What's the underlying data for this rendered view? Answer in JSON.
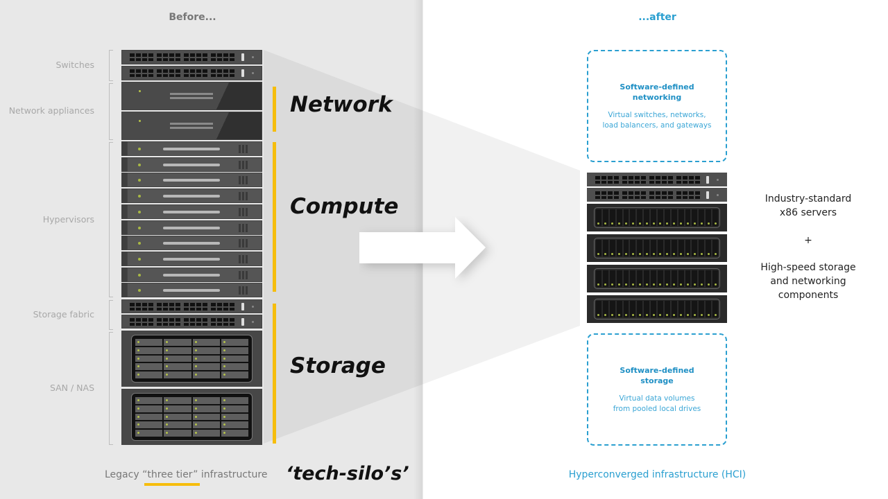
{
  "before": {
    "title": "Before...",
    "tiers": [
      {
        "label": "Switches"
      },
      {
        "label": "Network appliances"
      },
      {
        "label": "Hypervisors"
      },
      {
        "label": "Storage fabric"
      },
      {
        "label": "SAN / NAS"
      }
    ],
    "categories": [
      {
        "label": "Network"
      },
      {
        "label": "Compute"
      },
      {
        "label": "Storage"
      }
    ],
    "caption": {
      "prefix": "Legacy ",
      "highlight": "“three tier”",
      "suffix": " infrastructure",
      "annotation": "‘tech-silo’s’"
    },
    "rack_counts": {
      "switches": 2,
      "appliances": 2,
      "hypervisors": 10,
      "fabric_switches": 2,
      "san_units": 2
    }
  },
  "after": {
    "title": "...after",
    "sdn": {
      "title_line1": "Software-defined",
      "title_line2": "networking",
      "desc_line1": "Virtual switches, networks,",
      "desc_line2": "load balancers, and gateways"
    },
    "sds": {
      "title_line1": "Software-defined",
      "title_line2": "storage",
      "desc_line1": "Virtual data volumes",
      "desc_line2": "from pooled local drives"
    },
    "side": {
      "line1": "Industry-standard",
      "line2": "x86 servers",
      "plus": "+",
      "line3": "High-speed storage",
      "line4": "and networking",
      "line5": "components"
    },
    "caption": "Hyperconverged infrastructure (HCI)",
    "rack_counts": {
      "switches": 2,
      "servers": 4
    }
  },
  "icons": {
    "arrow": "right-arrow-icon"
  },
  "colors": {
    "accent_yellow": "#f6bd0c",
    "hci_blue": "#2a9fd0",
    "left_bg": "#e8e8e8"
  }
}
